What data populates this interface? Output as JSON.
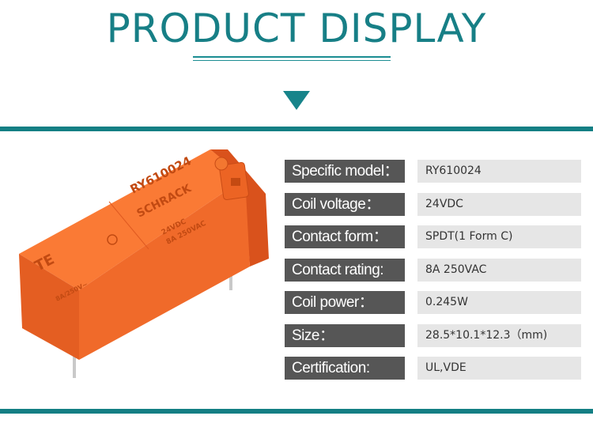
{
  "header": {
    "title": "PRODUCT DISPLAY"
  },
  "product": {
    "markings": {
      "model": "RY610024",
      "brand": "SCHRACK",
      "logo": "TE",
      "coil": "24VDC",
      "rating": "8A 250VAC",
      "small": "8A/250V~"
    }
  },
  "specs": [
    {
      "label": "Specific model：",
      "value": "RY610024"
    },
    {
      "label": "Coil voltage：",
      "value": "24VDC"
    },
    {
      "label": "Contact form：",
      "value": "SPDT(1 Form C)"
    },
    {
      "label": "Contact rating:",
      "value": "8A 250VAC"
    },
    {
      "label": "Coil power：",
      "value": "0.245W"
    },
    {
      "label": "Size：",
      "value": "28.5*10.1*12.3（mm)"
    },
    {
      "label": "Certification:",
      "value": "UL,VDE"
    }
  ],
  "colors": {
    "accent": "#177f86",
    "label_bg": "#565656",
    "value_bg": "#e6e6e6",
    "relay": "#f26b2b"
  },
  "icons": {
    "section_marker": "down-triangle-icon"
  }
}
